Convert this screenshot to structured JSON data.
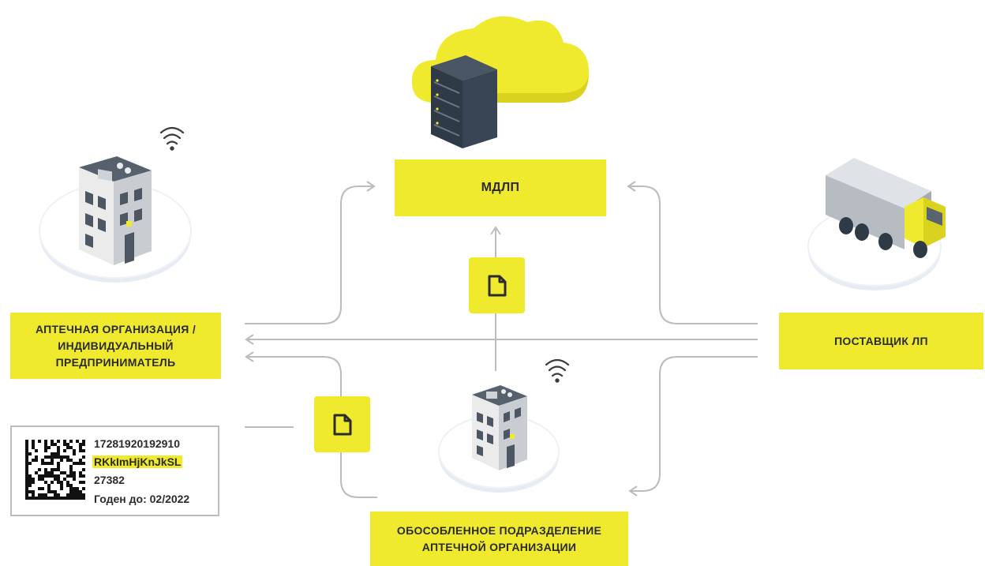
{
  "nodes": {
    "mdlp": {
      "label": "МДЛП"
    },
    "pharmacy": {
      "lines": [
        "АПТЕЧНАЯ ОРГАНИЗАЦИЯ /",
        "ИНДИВИДУАЛЬНЫЙ",
        "ПРЕДПРИНИМАТЕЛЬ"
      ]
    },
    "supplier": {
      "label": "ПОСТАВЩИК ЛП"
    },
    "branch": {
      "lines": [
        "ОБОСОБЛЕННОЕ ПОДРАЗДЕЛЕНИЕ",
        "АПТЕЧНОЙ ОРГАНИЗАЦИИ"
      ]
    }
  },
  "marking_code": {
    "gtin": "17281920192910",
    "serial": "RKkImHjKnJkSL",
    "number": "27382",
    "expiry": "Годен до: 02/2022"
  },
  "colors": {
    "accent": "#F0EA2E",
    "arrow": "#bcbcbc",
    "text": "#2b2b2b"
  },
  "icons": [
    "cloud-server-icon",
    "pharmacy-building-icon",
    "branch-building-icon",
    "truck-icon",
    "wifi-icon",
    "document-icon",
    "datamatrix-icon"
  ]
}
